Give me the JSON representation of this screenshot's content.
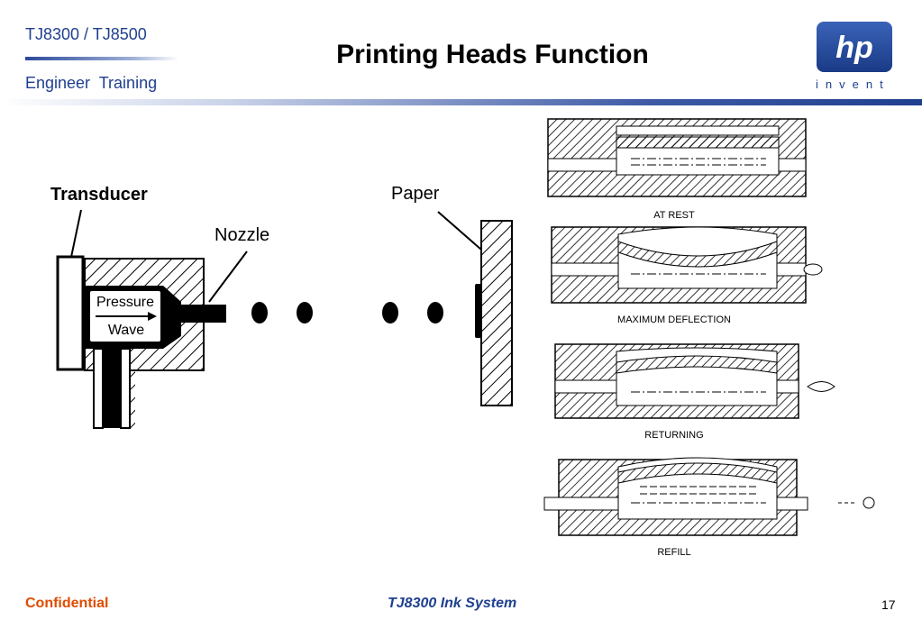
{
  "header": {
    "line1": "TJ8300 / TJ8500",
    "line2": "Engineer  Training",
    "title": "Printing Heads Function",
    "logo_text": "hp",
    "logo_tagline": "invent"
  },
  "diagram": {
    "transducer_label": "Transducer",
    "nozzle_label": "Nozzle",
    "paper_label": "Paper",
    "pressure_label": "Pressure",
    "wave_label": "Wave"
  },
  "panels": [
    {
      "caption": "AT REST"
    },
    {
      "caption": "MAXIMUM DEFLECTION"
    },
    {
      "caption": "RETURNING"
    },
    {
      "caption": "REFILL"
    }
  ],
  "footer": {
    "confidential": "Confidential",
    "center": "TJ8300 Ink System",
    "page": "17"
  },
  "colors": {
    "brand_blue": "#1f3f8f",
    "confidential_orange": "#e04c00"
  }
}
